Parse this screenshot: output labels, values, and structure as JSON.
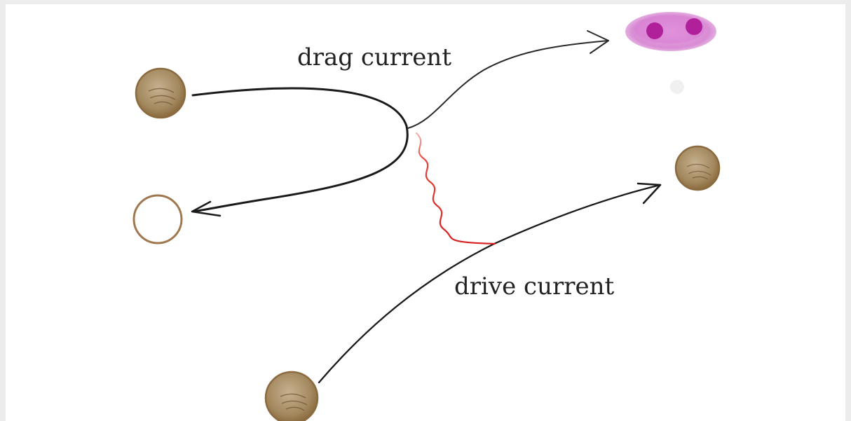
{
  "labels": {
    "drag": "drag current",
    "drive": "drive current"
  },
  "colors": {
    "background": "#ececec",
    "canvas": "#ffffff",
    "line": "#1a1a1a",
    "photon": "#e02020",
    "particle_fill": "#a8906e",
    "particle_stroke": "#8a6a3e",
    "hole_stroke": "#a07850",
    "exciton": "#d070cc",
    "exciton_dot": "#b0209a"
  },
  "icons": {
    "particle": "filled-sketch-circle",
    "hole": "empty-sketch-circle",
    "exciton": "magenta-blob-with-two-dots",
    "photon": "wavy-line"
  }
}
